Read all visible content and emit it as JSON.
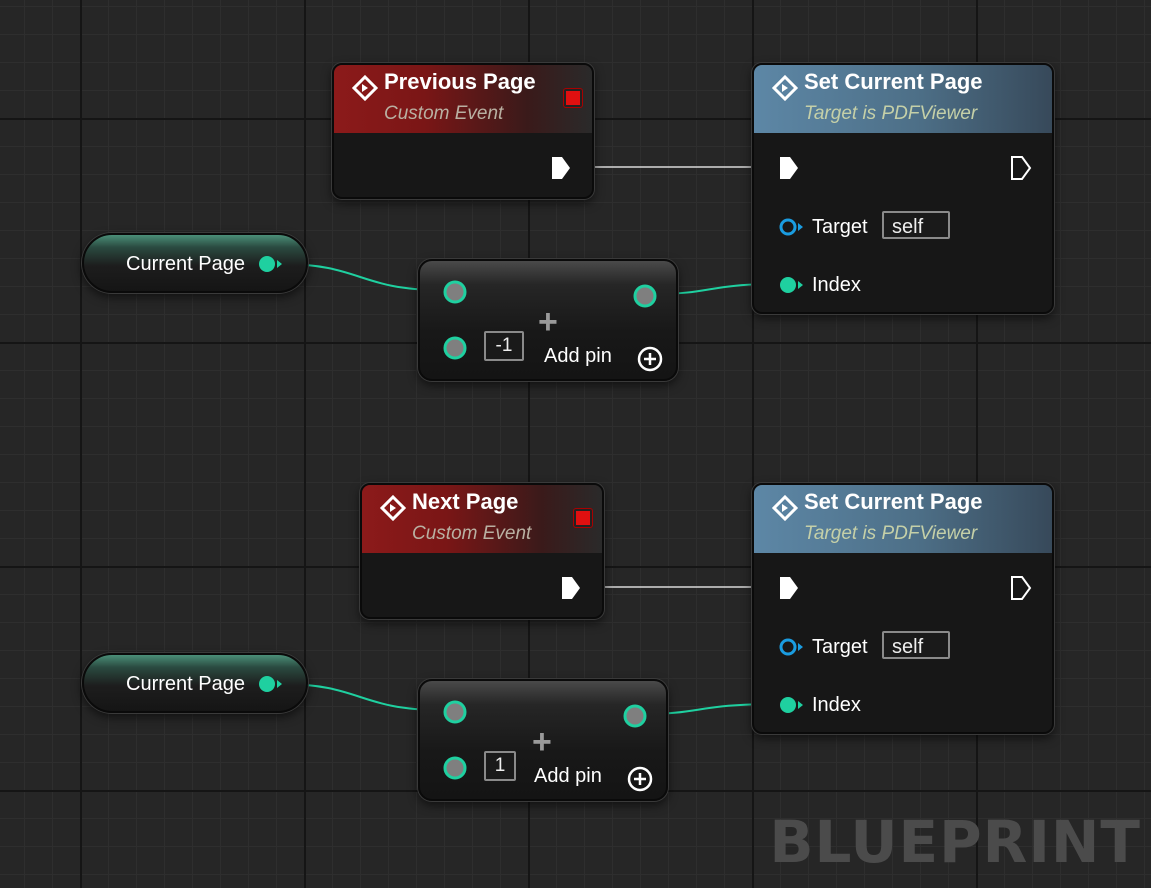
{
  "graph_label": "BLUEPRINT",
  "colors": {
    "exec_wire": "#d8d8d8",
    "int_wire": "#1fd0a0",
    "event_header": "#8c1a1a",
    "function_header": "#5d87a6",
    "stop_square": "#e01010"
  },
  "groups": [
    {
      "event_node": {
        "title": "Previous Page",
        "subtitle": "Custom Event"
      },
      "variable_node": {
        "label": "Current Page"
      },
      "add_node": {
        "operand": "-1",
        "add_pin_label": "Add pin"
      },
      "function_node": {
        "title": "Set Current Page",
        "subtitle": "Target is PDFViewer",
        "target_label": "Target",
        "target_value": "self",
        "index_label": "Index"
      }
    },
    {
      "event_node": {
        "title": "Next Page",
        "subtitle": "Custom Event"
      },
      "variable_node": {
        "label": "Current Page"
      },
      "add_node": {
        "operand": "1",
        "add_pin_label": "Add pin"
      },
      "function_node": {
        "title": "Set Current Page",
        "subtitle": "Target is PDFViewer",
        "target_label": "Target",
        "target_value": "self",
        "index_label": "Index"
      }
    }
  ]
}
